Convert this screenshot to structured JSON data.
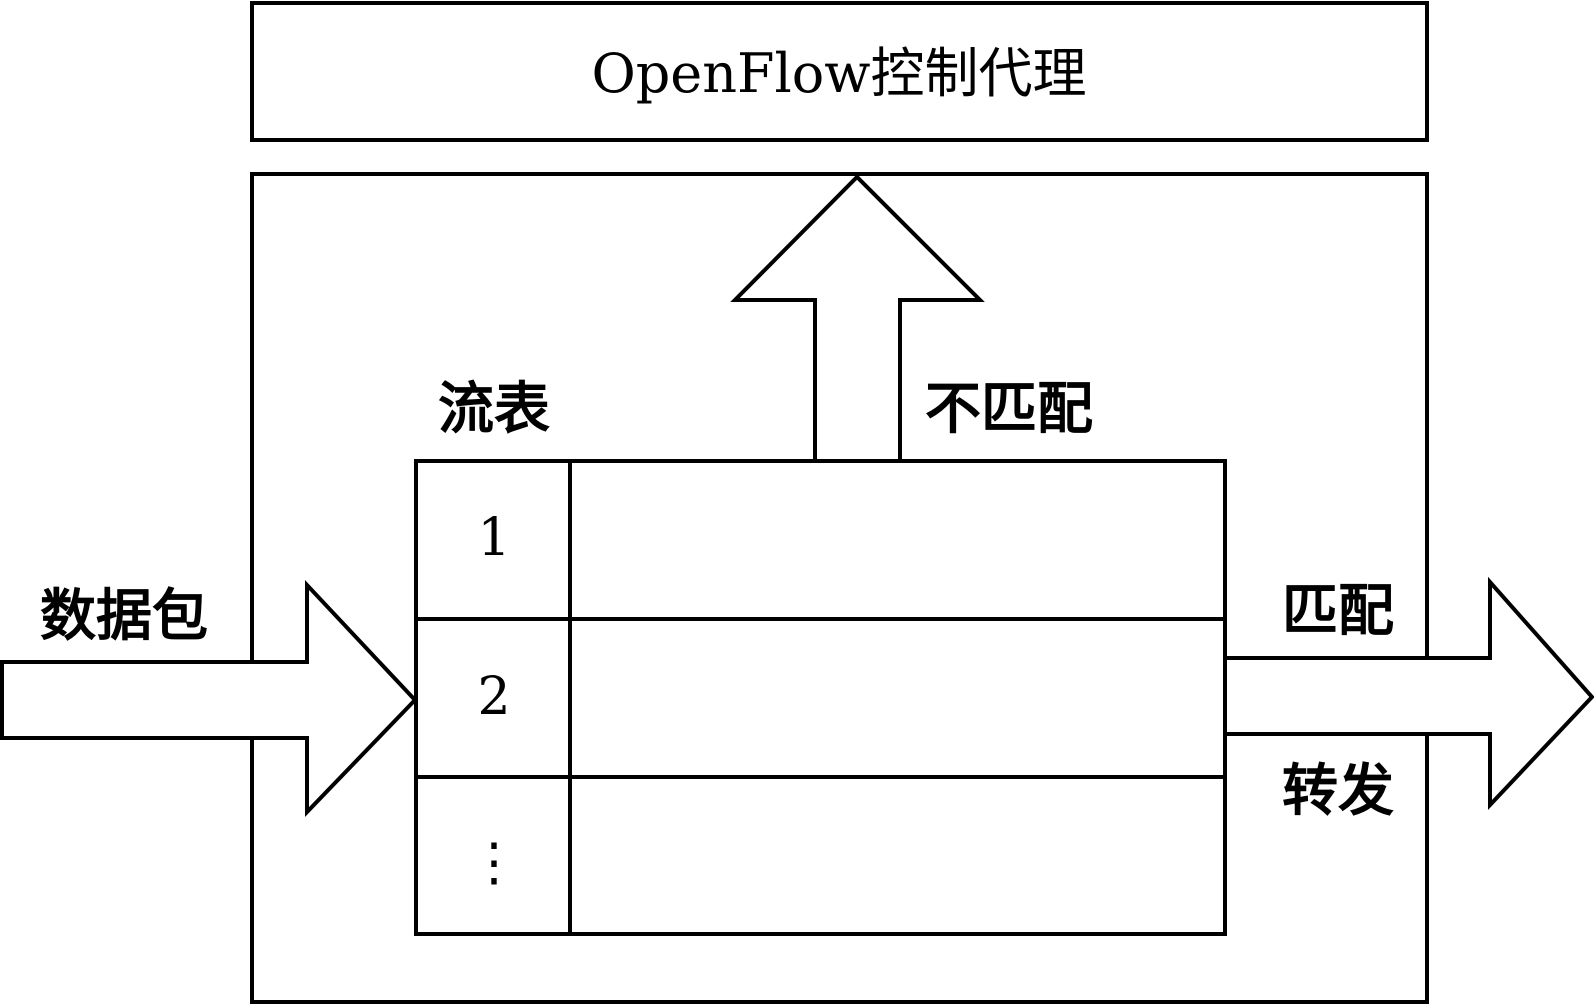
{
  "controller": {
    "label": "OpenFlow控制代理"
  },
  "flow_table": {
    "title": "流表",
    "rows": [
      "1",
      "2",
      "⋮"
    ]
  },
  "labels": {
    "no_match": "不匹配",
    "packet": "数据包",
    "match": "匹配",
    "forward": "转发"
  },
  "colors": {
    "stroke": "#000000",
    "background": "#ffffff"
  }
}
